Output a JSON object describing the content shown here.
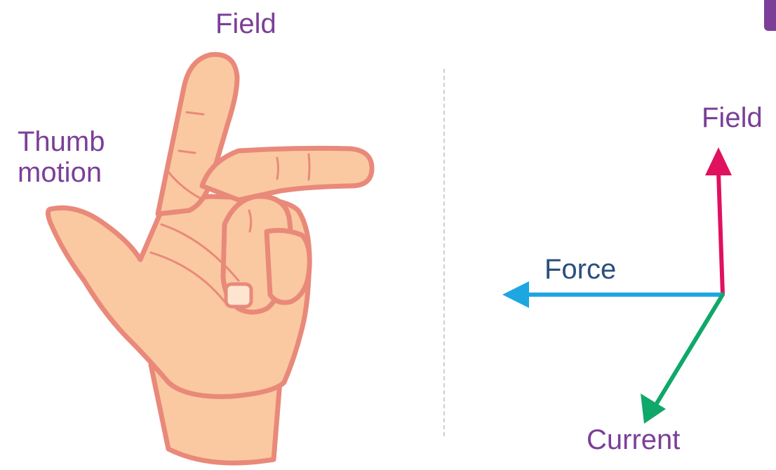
{
  "left_panel": {
    "field_label": "Field",
    "thumb_label_line1": "Thumb",
    "thumb_label_line2": "motion"
  },
  "right_panel": {
    "field_label": "Field",
    "force_label": "Force",
    "current_label": "Current"
  },
  "colors": {
    "label_purple": "#7b3f98",
    "force_label": "#2b4f7c",
    "field_arrow": "#e0115f",
    "force_arrow": "#1ea6e0",
    "current_arrow": "#0fa86a",
    "skin_fill": "#fac9a1",
    "skin_outline": "#e9897a",
    "divider": "#cfcfcf"
  },
  "icons": {
    "hand": "hand-illustration",
    "field_arrow": "up-arrow",
    "force_arrow": "left-arrow",
    "current_arrow": "down-left-arrow"
  }
}
